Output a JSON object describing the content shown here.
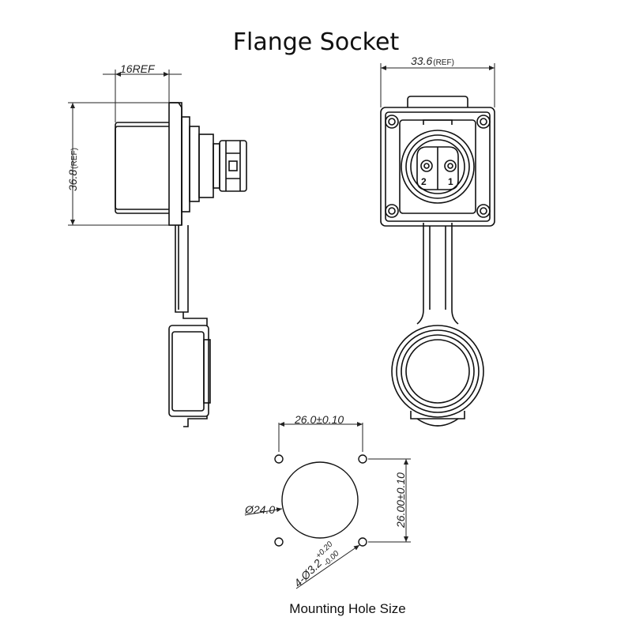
{
  "title": "Flange Socket",
  "caption": "Mounting Hole Size",
  "dimensions": {
    "side_width": "16REF",
    "side_height": "36.8",
    "side_height_suffix": "(REF)",
    "front_width": "33.6",
    "front_width_suffix": "(REF)",
    "hole_spacing_h": "26.0±0.10",
    "hole_spacing_v": "26.00±0.10",
    "center_hole": "Ø24.0",
    "mount_holes_prefix": "4-Ø3.2",
    "mount_holes_tol_upper": "+0.20",
    "mount_holes_tol_lower": "-0.00"
  },
  "pins": [
    "2",
    "1"
  ]
}
